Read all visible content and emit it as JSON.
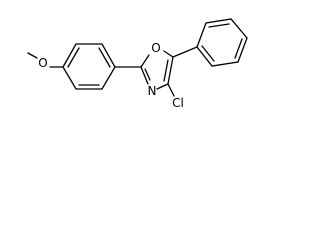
{
  "molecule": {
    "atoms": {
      "methoxy_oxygen": "O",
      "ring_oxygen": "O",
      "ring_nitrogen": "N",
      "chlorine": "Cl"
    }
  },
  "colors": {
    "background": "#ffffff",
    "bond": "#000000",
    "text": "#000000"
  }
}
